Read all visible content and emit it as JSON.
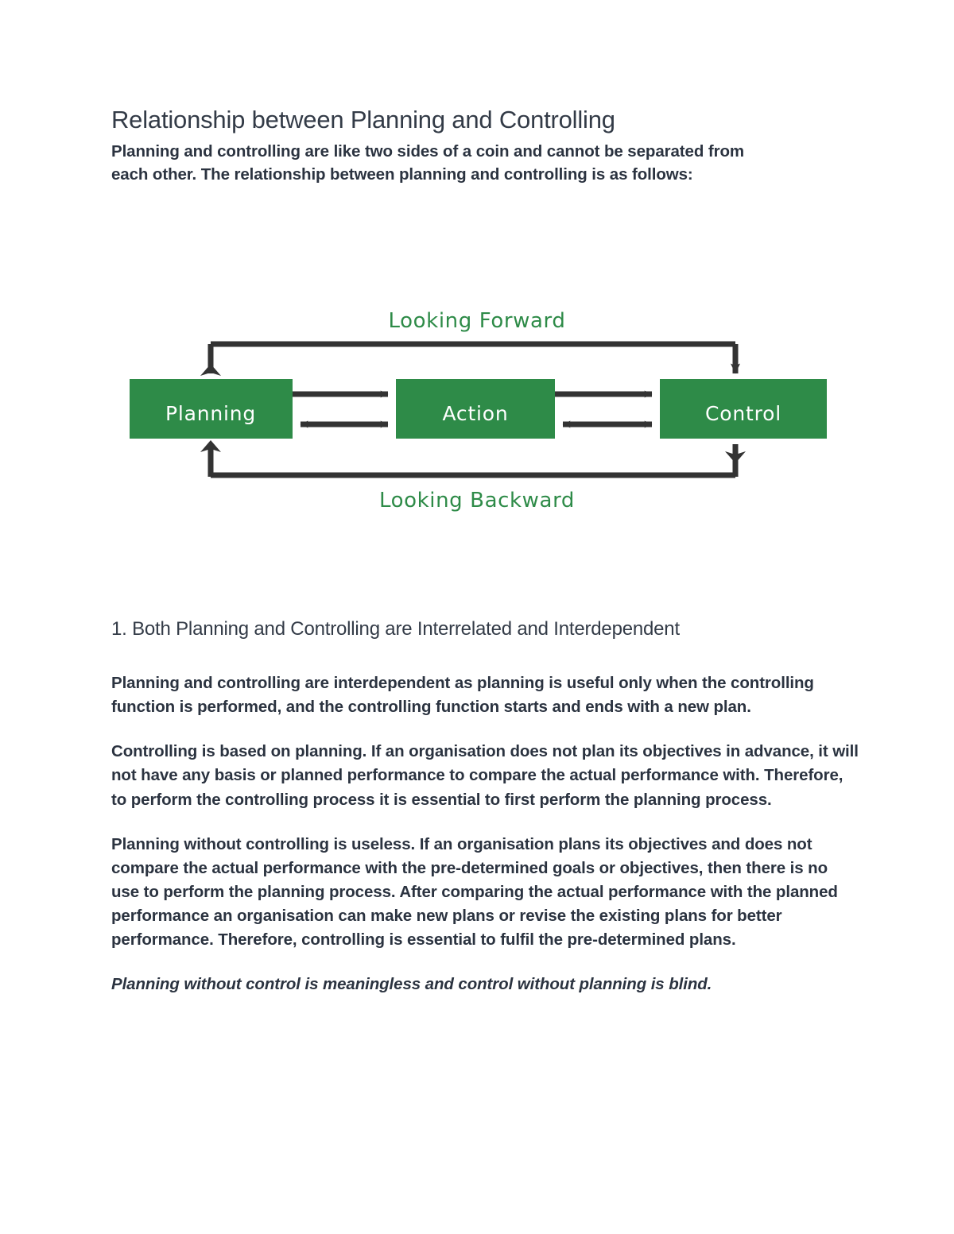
{
  "document": {
    "title": "Relationship between Planning and Controlling",
    "intro": "Planning and controlling are like two sides of a coin and cannot be separated from each other. The relationship between planning and controlling is as follows:",
    "section_heading": "1. Both Planning and Controlling are Interrelated and Interdependent",
    "paragraphs": [
      "Planning and controlling are interdependent as planning is useful only when the controlling function is performed, and the controlling function starts and ends with a new plan.",
      "Controlling is based on planning. If an organisation does not plan its objectives in advance, it will not have any basis or planned performance to compare the actual performance with. Therefore, to perform the controlling process it is essential to first perform the planning process.",
      "Planning without controlling is useless. If an organisation plans its objectives and does not compare the actual performance with the pre-determined goals or objectives, then there is no use to perform the planning process. After comparing the actual performance with the planned performance an organisation can make new plans or revise the existing plans for better performance. Therefore, controlling is essential to fulfil the pre-determined plans."
    ],
    "closing_italic": "Planning without control is meaningless and control without planning is blind."
  },
  "diagram": {
    "type": "flow-diagram",
    "top_caption": "Looking Forward",
    "bottom_caption": "Looking Backward",
    "nodes": [
      {
        "id": "planning",
        "label": "Planning"
      },
      {
        "id": "action",
        "label": "Action"
      },
      {
        "id": "control",
        "label": "Control"
      }
    ],
    "connections": [
      {
        "from": "planning",
        "to": "action",
        "direction": "forward"
      },
      {
        "from": "planning",
        "to": "action",
        "direction": "bidirectional"
      },
      {
        "from": "action",
        "to": "control",
        "direction": "forward"
      },
      {
        "from": "action",
        "to": "control",
        "direction": "bidirectional"
      },
      {
        "from": "control",
        "to": "planning",
        "direction": "feedback-top",
        "label": "Looking Forward"
      },
      {
        "from": "control",
        "to": "planning",
        "direction": "feedback-bottom",
        "label": "Looking Backward"
      }
    ],
    "colors": {
      "box_fill": "#2e8b48",
      "box_text": "#ffffff",
      "caption_text": "#2e8b48",
      "arrow": "#333333",
      "background": "#ffffff"
    }
  }
}
